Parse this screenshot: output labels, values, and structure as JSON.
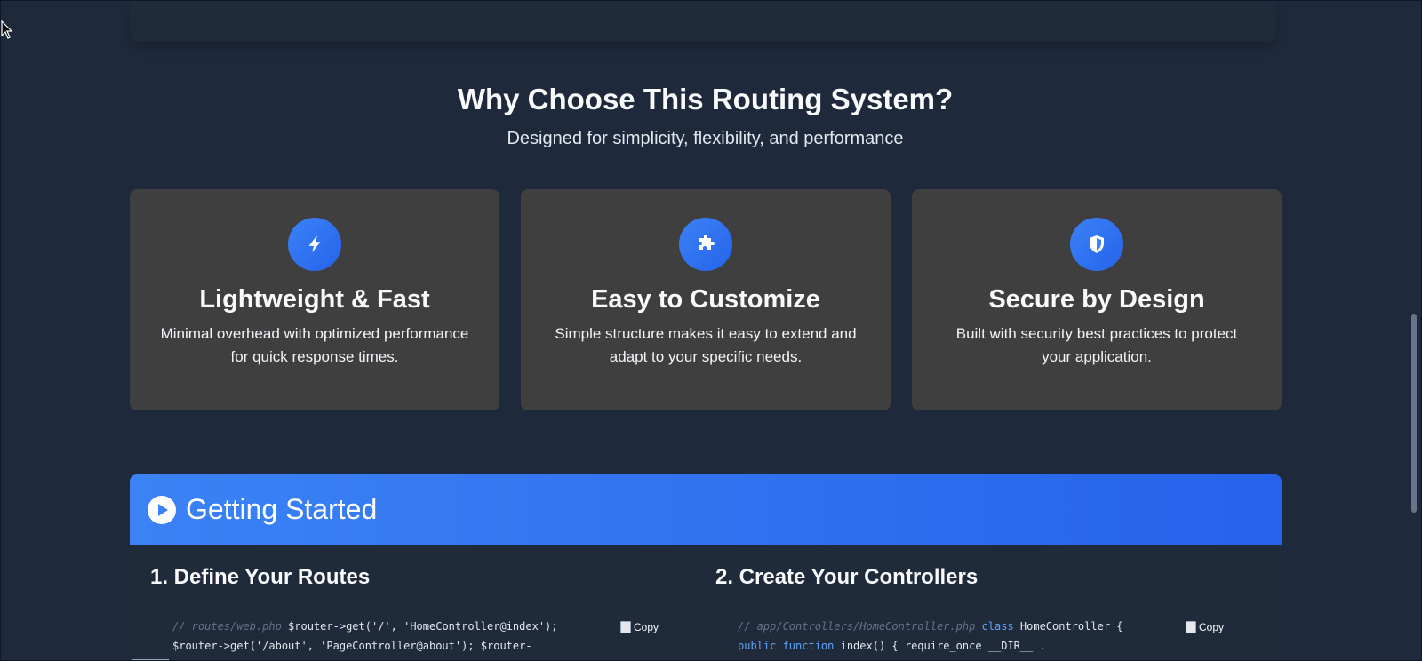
{
  "features": {
    "title": "Why Choose This Routing System?",
    "subtitle": "Designed for simplicity, flexibility, and performance",
    "accent": "#3b82f6",
    "cards": [
      {
        "icon": "lightning-bolt-icon",
        "title": "Lightweight & Fast",
        "desc_line1": "Minimal overhead with optimized performance",
        "desc_line2": "for quick response times."
      },
      {
        "icon": "puzzle-piece-icon",
        "title": "Easy to Customize",
        "desc_line1": "Simple structure makes it easy to extend and",
        "desc_line2": "adapt to your specific needs."
      },
      {
        "icon": "shield-icon",
        "title": "Secure by Design",
        "desc_line1": "Built with security best practices to protect",
        "desc_line2": "your application."
      }
    ]
  },
  "getting_started": {
    "icon": "play-circle-icon",
    "title": "Getting Started",
    "steps": [
      {
        "title": "1. Define Your Routes",
        "copy_label": "Copy",
        "code": {
          "line1_comment": "// routes/web.php",
          "line1_rest": " $router->get('/', 'HomeController@index'); ",
          "line2": "$router->get('/about', 'PageController@about'); $router-"
        }
      },
      {
        "title": "2. Create Your Controllers",
        "copy_label": "Copy",
        "code": {
          "line1_comment": "// app/Controllers/HomeController.php",
          "line1_kw": " class",
          "line1_rest": " HomeController { ",
          "line2_kw": "public function",
          "line2_rest": " index() { require_once __DIR__ ."
        }
      }
    ]
  }
}
